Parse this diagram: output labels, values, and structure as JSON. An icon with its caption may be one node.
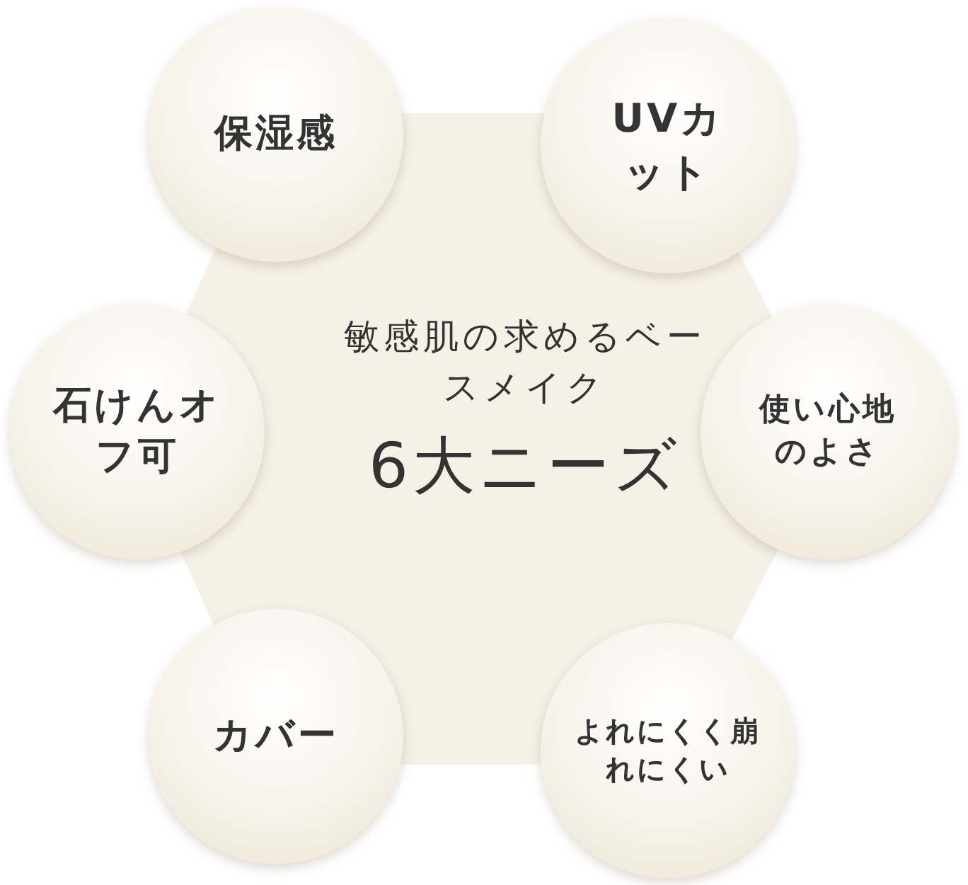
{
  "diagram": {
    "nodes": [
      {
        "text": [
          "敏感肌の求めるベースメイク",
          "6大ニーズ"
        ]
      },
      {
        "text": [
          "保湿感"
        ]
      },
      {
        "text": [
          "UVカット"
        ]
      },
      {
        "text": [
          "石けんオフ可"
        ]
      },
      {
        "text": [
          "使い心地のよさ"
        ]
      },
      {
        "text": [
          "カバー"
        ]
      },
      {
        "text": [
          "よれにくく崩れにくい"
        ]
      }
    ]
  }
}
